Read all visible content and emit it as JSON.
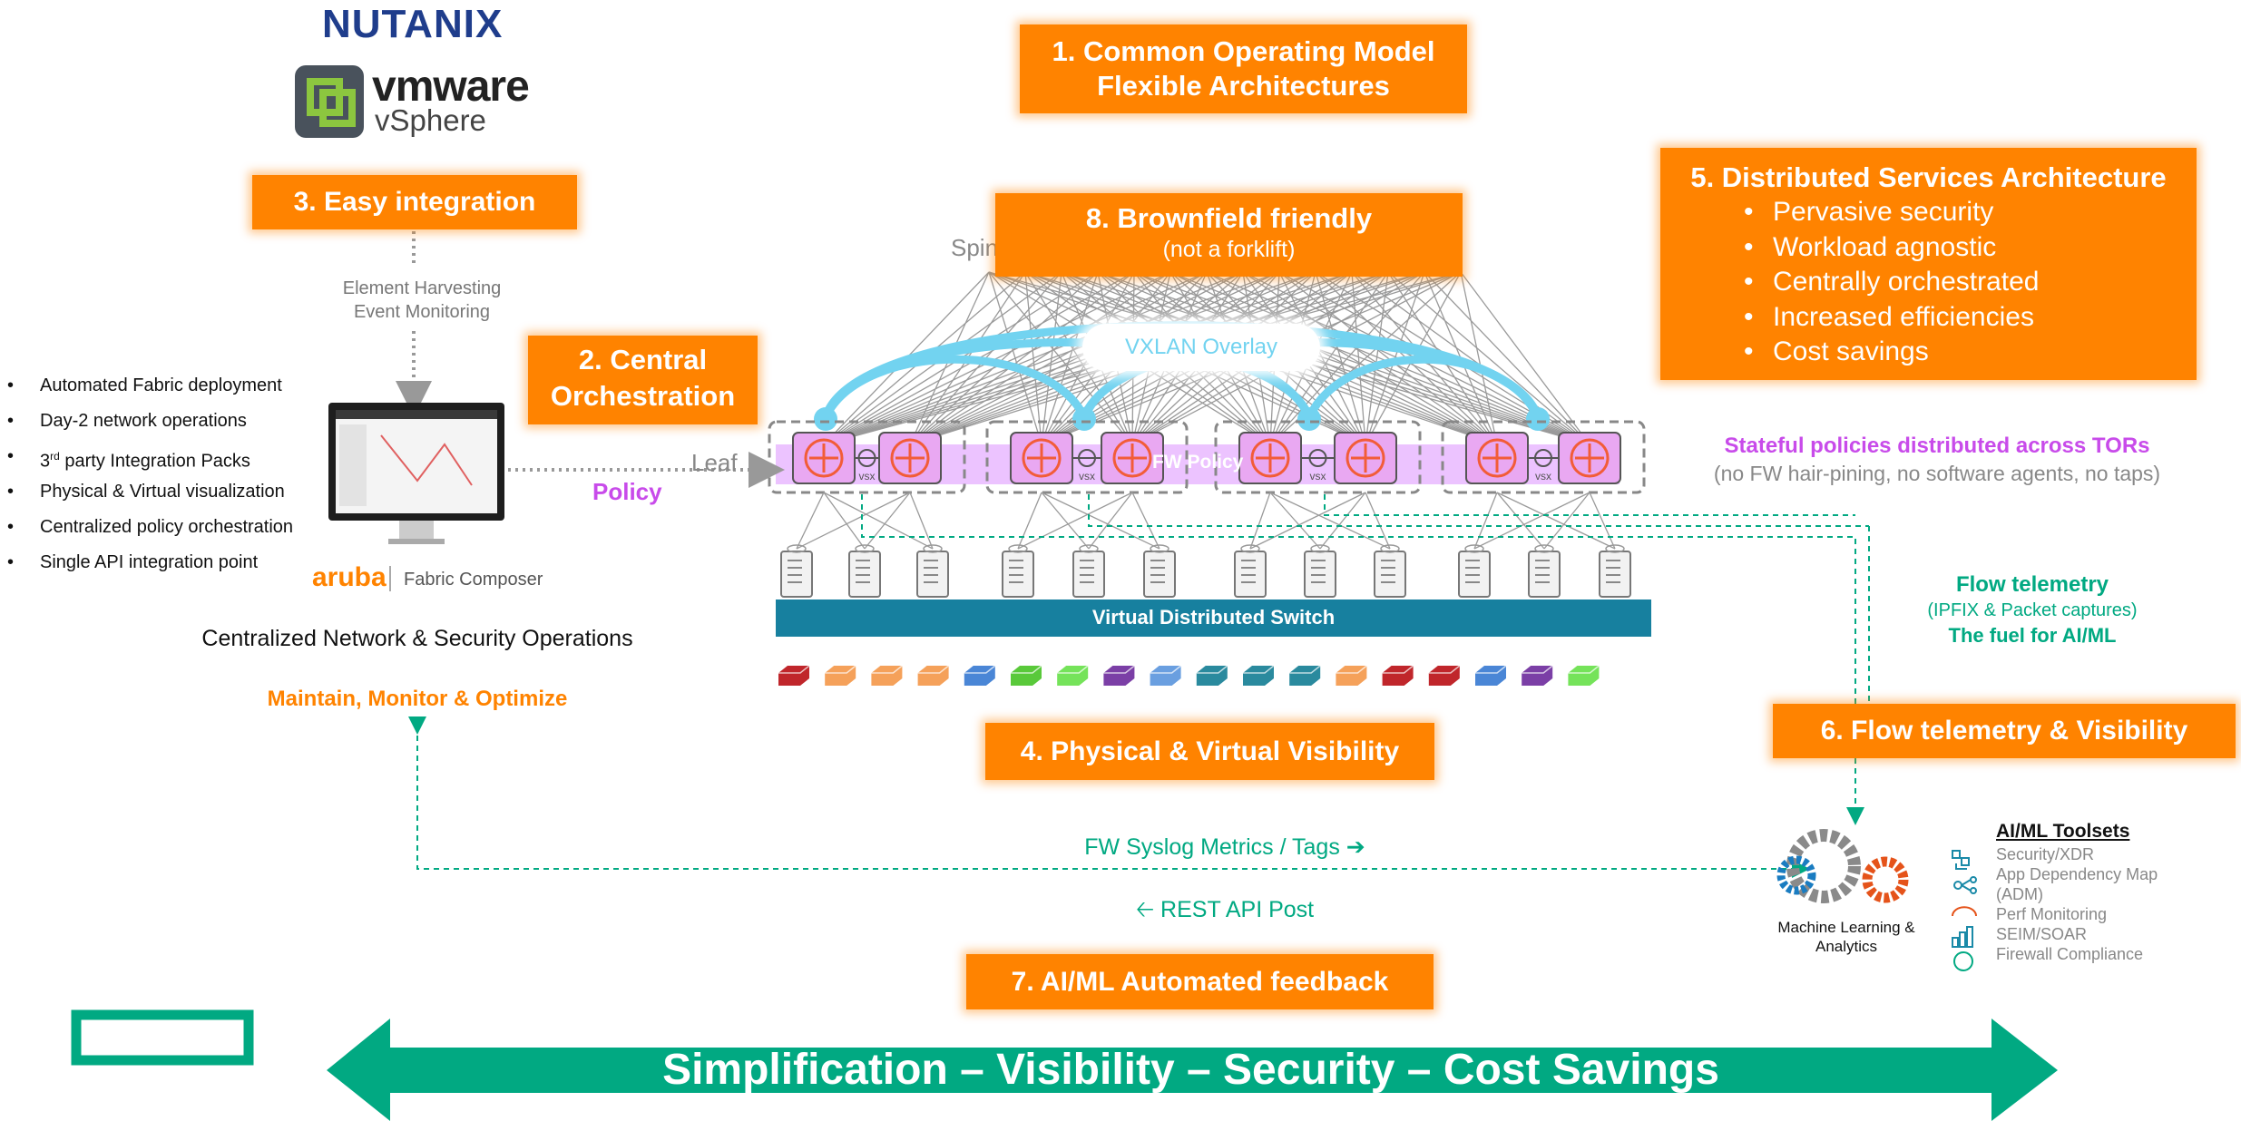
{
  "logos": {
    "nutanix": "NUTANIX",
    "vmware": "vmware",
    "vsphere": "vSphere",
    "aruba": "aruba",
    "fabric_composer": "Fabric Composer"
  },
  "callouts": {
    "c1": {
      "line1": "1. Common Operating Model",
      "line2": "Flexible Architectures"
    },
    "c2": {
      "line1": "2. Central",
      "line2": "Orchestration"
    },
    "c3": {
      "line1": "3. Easy integration"
    },
    "c4": {
      "line1": "4. Physical & Virtual Visibility"
    },
    "c5": {
      "title": "5. Distributed Services Architecture",
      "items": [
        "Pervasive security",
        "Workload agnostic",
        "Centrally orchestrated",
        "Increased efficiencies",
        "Cost savings"
      ]
    },
    "c6": {
      "line1": "6. Flow telemetry & Visibility"
    },
    "c7": {
      "line1": "7. AI/ML Automated feedback"
    },
    "c8": {
      "line1": "8. Brownfield friendly",
      "line2": "(not a forklift)"
    }
  },
  "left": {
    "harvest1": "Element Harvesting",
    "harvest2": "Event Monitoring",
    "features": [
      "Automated Fabric deployment",
      "Day-2 network operations",
      "3rd party Integration Packs",
      "Physical & Virtual visualization",
      "Centralized policy orchestration",
      "Single API integration point"
    ],
    "feature_sup": "rd",
    "centralized": "Centralized Network & Security Operations",
    "maintain": "Maintain, Monitor & Optimize"
  },
  "fabric": {
    "spine": "Spine",
    "leaf": "Leaf",
    "policy": "Policy",
    "vxlan": "VXLAN Overlay",
    "fw_policy": "FW Policy",
    "vsx": "vsx",
    "vds": "Virtual Distributed Switch",
    "stateful_title": "Stateful policies distributed across TORs",
    "stateful_sub": "(no FW hair-pining, no software agents, no taps)"
  },
  "telemetry": {
    "title": "Flow telemetry",
    "sub": "(IPFIX & Packet captures)",
    "fuel": "The fuel for AI/ML"
  },
  "flows": {
    "syslog": "FW Syslog Metrics / Tags ➔",
    "rest": "🡠 REST API Post"
  },
  "ml": {
    "label1": "Machine Learning &",
    "label2": "Analytics"
  },
  "toolsets": {
    "title": "AI/ML Toolsets",
    "items": [
      "Security/XDR",
      "App Dependency Map",
      "(ADM)",
      "Perf Monitoring",
      "SEIM/SOAR",
      "Firewall Compliance"
    ]
  },
  "banner": "Simplification – Visibility – Security – Cost Savings",
  "colors": {
    "orange": "#ff8300",
    "teal": "#01a982",
    "purple": "#c84bea",
    "blue": "#1a8aa8"
  }
}
